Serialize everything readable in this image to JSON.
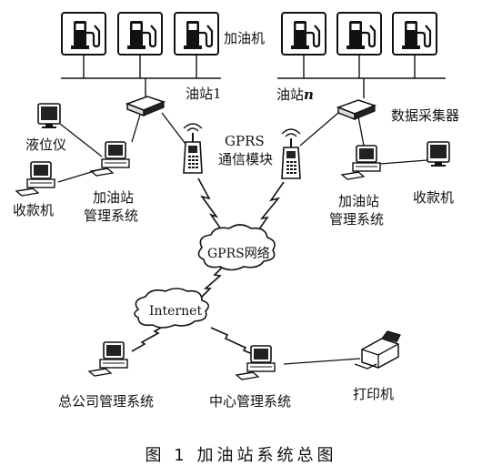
{
  "labels": {
    "pump": "加油机",
    "station_1": "油站1",
    "station_n_prefix": "油站",
    "station_n_suffix": "n",
    "collector": "数据采集器",
    "level_gauge": "液位仪",
    "cashier_left": "收款机",
    "cashier_right": "收款机",
    "mgmt_left_line1": "加油站",
    "mgmt_left_line2": "管理系统",
    "mgmt_right_line1": "加油站",
    "mgmt_right_line2": "管理系统",
    "gprs_module_line1": "GPRS",
    "gprs_module_line2": "通信模块",
    "gprs_network": "GPRS网络",
    "internet": "Internet",
    "hq_system": "总公司管理系统",
    "center_system": "中心管理系统",
    "printer": "打印机"
  },
  "caption": "图 1   加油站系统总图"
}
